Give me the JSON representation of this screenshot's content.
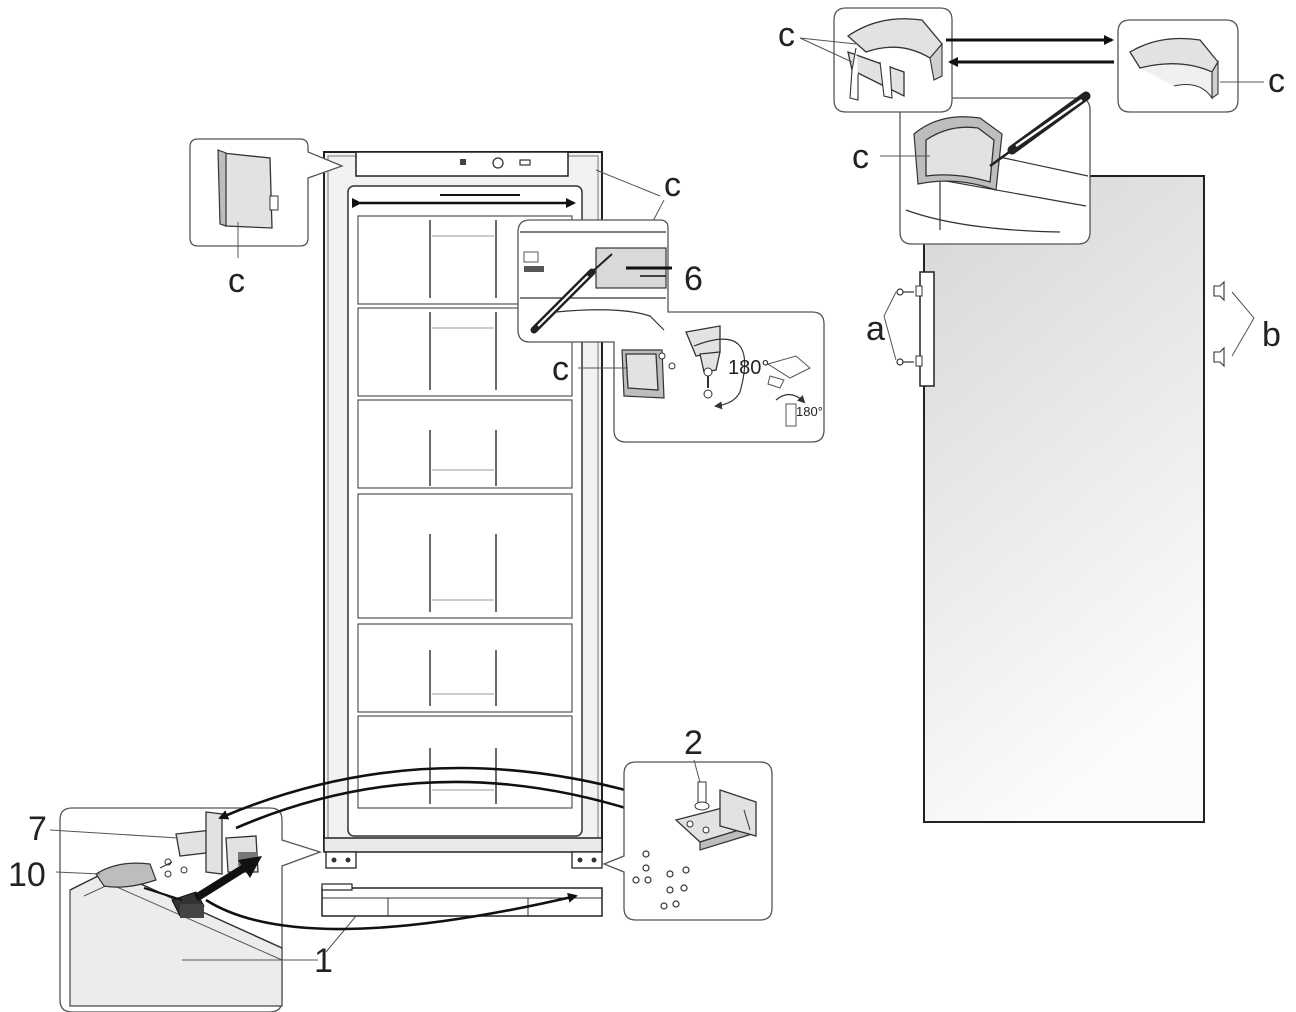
{
  "labels": {
    "c": "c",
    "a": "a",
    "b": "b",
    "n1": "1",
    "n2": "2",
    "n6": "6",
    "n7": "7",
    "n10": "10",
    "deg_large": "180°",
    "deg_small": "180°"
  },
  "colors": {
    "line": "#222222",
    "panel": "#e2e2e2",
    "door_fill_top": "#dcdcdc",
    "door_fill_bottom": "#fafafa"
  }
}
